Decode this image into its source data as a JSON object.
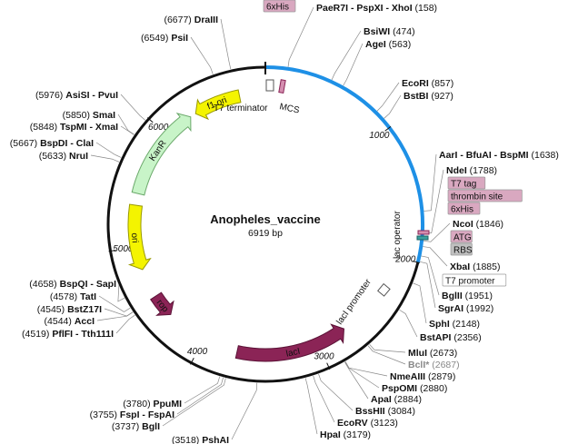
{
  "map": {
    "title": "Anopheles_vaccine",
    "subtitle": "6919 bp",
    "total_bp": 6919,
    "backbone_color": "#111111",
    "insert_color": "#1e90e6",
    "insert_range": [
      1,
      2000
    ]
  },
  "ticks": [
    {
      "label": "1000",
      "bp": 1000
    },
    {
      "label": "2000",
      "bp": 2000
    },
    {
      "label": "3000",
      "bp": 3000
    },
    {
      "label": "4000",
      "bp": 4000
    },
    {
      "label": "5000",
      "bp": 5000
    },
    {
      "label": "6000",
      "bp": 6000
    }
  ],
  "features": [
    {
      "id": "f1ori",
      "label": "f1 ori",
      "start": 6300,
      "end": 6700,
      "direction": -1,
      "color": "#f4f400",
      "stroke": "#999900",
      "label_inside": true
    },
    {
      "id": "kanr",
      "label": "KanR",
      "start": 5450,
      "end": 6250,
      "direction": 1,
      "color": "#c8f4c8",
      "stroke": "#6aa86a",
      "label_inside": true
    },
    {
      "id": "ori",
      "label": "ori",
      "start": 4800,
      "end": 5350,
      "direction": -1,
      "color": "#f4f400",
      "stroke": "#999900",
      "label_inside": true
    },
    {
      "id": "laci",
      "label": "lacI",
      "start": 2750,
      "end": 3700,
      "direction": -1,
      "color": "#8b2456",
      "stroke": "#5a1236",
      "label_inside": true
    },
    {
      "id": "rop",
      "label": "rop",
      "start": 4350,
      "end": 4550,
      "direction": -1,
      "color": "#8b2456",
      "stroke": "#5a1236",
      "label_inside": true
    }
  ],
  "feature_labels": [
    {
      "id": "t7term",
      "label": "T7 terminator"
    },
    {
      "id": "mcs",
      "label": "MCS"
    },
    {
      "id": "lacop",
      "label": "lac operator"
    },
    {
      "id": "lacprom",
      "label": "lacI promoter"
    }
  ],
  "sites_right": [
    {
      "name": "6xHis",
      "pos": "",
      "tag": true
    },
    {
      "name": "PaeR7I - PspXI - XhoI",
      "pos": "(158)"
    },
    {
      "name": "BsiWI",
      "pos": "(474)"
    },
    {
      "name": "AgeI",
      "pos": "(563)"
    },
    {
      "name": "EcoRI",
      "pos": "(857)"
    },
    {
      "name": "BstBI",
      "pos": "(927)"
    },
    {
      "name": "AarI - BfuAI - BspMI",
      "pos": "(1638)"
    },
    {
      "name": "NdeI",
      "pos": "(1788)"
    },
    {
      "name": "T7 tag",
      "pos": "",
      "tag": true
    },
    {
      "name": "thrombin site",
      "pos": "",
      "tag": true
    },
    {
      "name": "6xHis",
      "pos": "",
      "tag": true
    },
    {
      "name": "NcoI",
      "pos": "(1846)"
    },
    {
      "name": "ATG",
      "pos": "",
      "tag": true
    },
    {
      "name": "RBS",
      "pos": "",
      "tag": true,
      "gray": true
    },
    {
      "name": "XbaI",
      "pos": "(1885)"
    },
    {
      "name": "T7 promoter",
      "pos": "",
      "tag": true,
      "white": true
    },
    {
      "name": "BglII",
      "pos": "(1951)"
    },
    {
      "name": "SgrAI",
      "pos": "(1992)"
    },
    {
      "name": "SphI",
      "pos": "(2148)"
    },
    {
      "name": "BstAPI",
      "pos": "(2356)"
    },
    {
      "name": "MluI",
      "pos": "(2673)"
    },
    {
      "name": "BclI*",
      "pos": "(2687)",
      "gray": true
    },
    {
      "name": "NmeAIII",
      "pos": "(2879)"
    },
    {
      "name": "PspOMI",
      "pos": "(2880)"
    },
    {
      "name": "ApaI",
      "pos": "(2884)"
    },
    {
      "name": "BssHII",
      "pos": "(3084)"
    },
    {
      "name": "EcoRV",
      "pos": "(3123)"
    },
    {
      "name": "HpaI",
      "pos": "(3179)"
    }
  ],
  "sites_left": [
    {
      "name": "DraIII",
      "pos": "(6677)"
    },
    {
      "name": "PsiI",
      "pos": "(6549)"
    },
    {
      "name": "AsiSI - PvuI",
      "pos": "(5976)"
    },
    {
      "name": "SmaI",
      "pos": "(5850)"
    },
    {
      "name": "TspMI - XmaI",
      "pos": "(5848)"
    },
    {
      "name": "BspDI - ClaI",
      "pos": "(5667)"
    },
    {
      "name": "NruI",
      "pos": "(5633)"
    },
    {
      "name": "BspQI - SapI",
      "pos": "(4658)"
    },
    {
      "name": "TatI",
      "pos": "(4578)"
    },
    {
      "name": "BstZ17I",
      "pos": "(4545)"
    },
    {
      "name": "AccI",
      "pos": "(4544)"
    },
    {
      "name": "PflFI - Tth111I",
      "pos": "(4519)"
    },
    {
      "name": "PpuMI",
      "pos": "(3780)"
    },
    {
      "name": "FspI - FspAI",
      "pos": "(3755)"
    },
    {
      "name": "BglI",
      "pos": "(3737)"
    },
    {
      "name": "PshAI",
      "pos": "(3518)"
    }
  ]
}
